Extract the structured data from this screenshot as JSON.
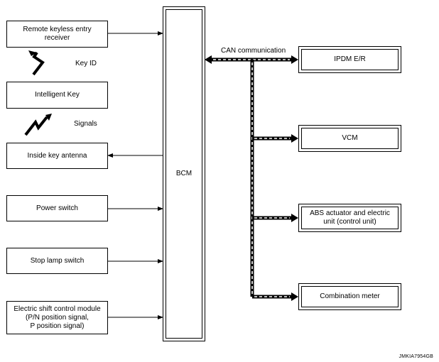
{
  "left_units": {
    "remote_keyless_entry_receiver": "Remote keyless entry\nreceiver",
    "intelligent_key": "Intelligent Key",
    "inside_key_antenna": "Inside key antenna",
    "power_switch": "Power switch",
    "stop_lamp_switch": "Stop lamp switch",
    "electric_shift_control_module": "Electric shift control module\n(P/N position signal,\nP position signal)"
  },
  "signal_labels": {
    "key_id": "Key ID",
    "signals": "Signals"
  },
  "bcm": {
    "label": "BCM"
  },
  "can": {
    "label": "CAN communication",
    "units": {
      "ipdm": "IPDM E/R",
      "vcm": "VCM",
      "abs": "ABS actuator and electric\nunit (control unit)",
      "meter": "Combination meter"
    }
  },
  "figure_code": "JMKIA7954GB"
}
